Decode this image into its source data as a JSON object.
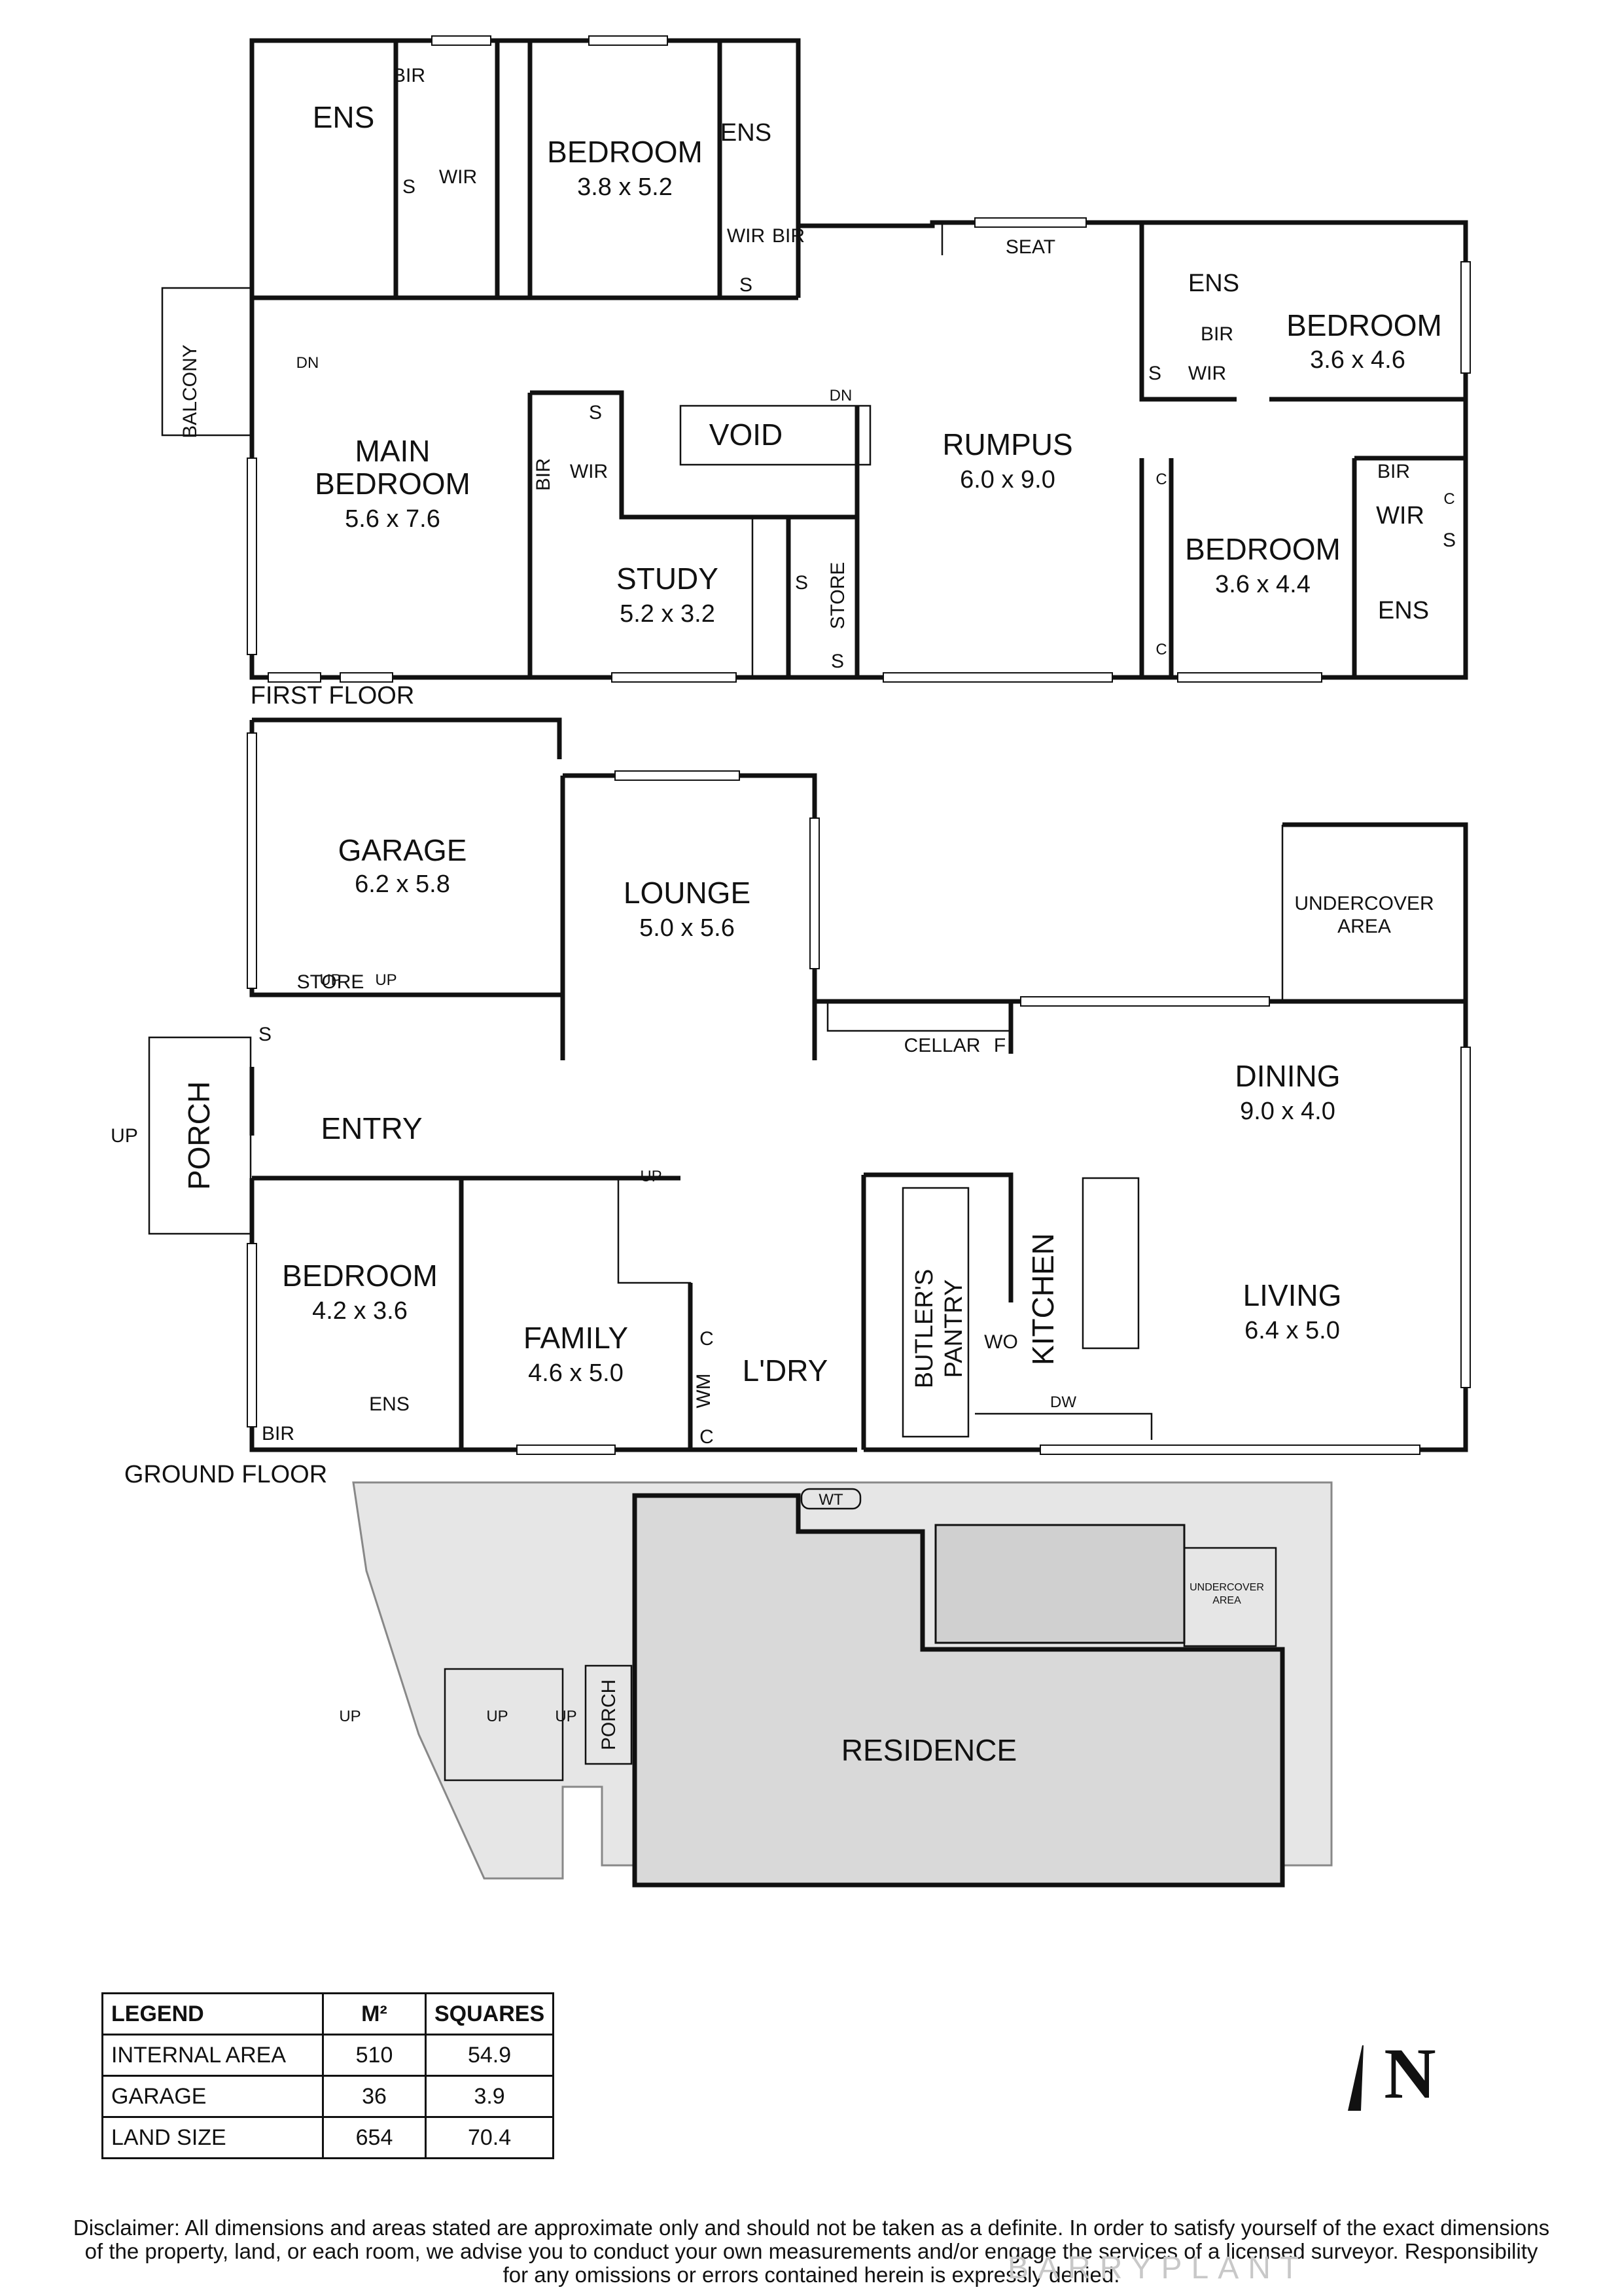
{
  "first_floor": {
    "label": "FIRST FLOOR",
    "rooms": [
      {
        "name": "ENS"
      },
      {
        "name": "BIR"
      },
      {
        "name": "WIR"
      },
      {
        "name": "S"
      },
      {
        "name": "BEDROOM",
        "dim": "3.8 x 5.2"
      },
      {
        "name": "ENS"
      },
      {
        "name": "WIR"
      },
      {
        "name": "BIR"
      },
      {
        "name": "S"
      },
      {
        "name": "SEAT"
      },
      {
        "name": "ENS"
      },
      {
        "name": "BEDROOM",
        "dim": "3.6 x 4.6"
      },
      {
        "name": "BIR"
      },
      {
        "name": "WIR"
      },
      {
        "name": "S"
      },
      {
        "name": "BALCONY"
      },
      {
        "name": "DN"
      },
      {
        "name": "MAIN",
        "line2": "BEDROOM",
        "dim": "5.6 x 7.6"
      },
      {
        "name": "S"
      },
      {
        "name": "WIR"
      },
      {
        "name": "BIR"
      },
      {
        "name": "VOID"
      },
      {
        "name": "DN"
      },
      {
        "name": "RUMPUS",
        "dim": "6.0 x 9.0"
      },
      {
        "name": "STUDY",
        "dim": "5.2 x 3.2"
      },
      {
        "name": "S"
      },
      {
        "name": "STORE"
      },
      {
        "name": "S"
      },
      {
        "name": "C"
      },
      {
        "name": "C"
      },
      {
        "name": "BIR"
      },
      {
        "name": "WIR"
      },
      {
        "name": "C"
      },
      {
        "name": "S"
      },
      {
        "name": "BEDROOM",
        "dim": "3.6 x 4.4"
      },
      {
        "name": "ENS"
      }
    ]
  },
  "ground_floor": {
    "label": "GROUND FLOOR",
    "garage": {
      "name": "GARAGE",
      "dim": "6.2 x 5.8"
    },
    "lounge": {
      "name": "LOUNGE",
      "dim": "5.0 x 5.6"
    },
    "undercover": {
      "line1": "UNDERCOVER",
      "line2": "AREA"
    },
    "dining": {
      "name": "DINING",
      "dim": "9.0 x 4.0"
    },
    "entry": "ENTRY",
    "porch": "PORCH",
    "up": "UP",
    "store": "STORE",
    "s": "S",
    "cellar": "CELLAR",
    "f": "F",
    "bedroom": {
      "name": "BEDROOM",
      "dim": "4.2 x 3.6"
    },
    "family": {
      "name": "FAMILY",
      "dim": "4.6 x 5.0"
    },
    "laundry": "L'DRY",
    "wm": "WM",
    "c": "C",
    "butlers": {
      "line1": "BUTLER'S",
      "line2": "PANTRY"
    },
    "kitchen": "KITCHEN",
    "wo": "WO",
    "dw": "DW",
    "living": {
      "name": "LIVING",
      "dim": "6.4 x 5.0"
    },
    "bir": "BIR",
    "ens": "ENS"
  },
  "site": {
    "residence": "RESIDENCE",
    "porch": "PORCH",
    "wt": "WT",
    "up": "UP",
    "undercover": {
      "line1": "UNDERCOVER",
      "line2": "AREA"
    }
  },
  "legend": {
    "headers": [
      "LEGEND",
      "M²",
      "SQUARES"
    ],
    "rows": [
      [
        "INTERNAL AREA",
        "510",
        "54.9"
      ],
      [
        "GARAGE",
        "36",
        "3.9"
      ],
      [
        "LAND SIZE",
        "654",
        "70.4"
      ]
    ]
  },
  "north": "N",
  "disclaimer": [
    "Disclaimer: All dimensions and areas stated are approximate only and should not be taken as a definite. In order to satisfy yourself of the exact dimensions",
    "of the property, land, or each room, we advise you to conduct your own measurements and/or engage the services of a licensed surveyor. Responsibility",
    "for any omissions or errors contained herein is expressly denied."
  ],
  "watermark": "BARRYPLANT"
}
